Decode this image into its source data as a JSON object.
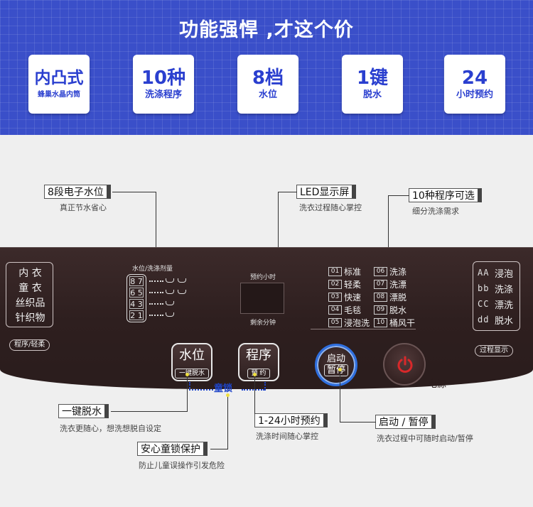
{
  "banner": {
    "title": "功能强悍 ,才这个价",
    "features": [
      {
        "big": "内凸式",
        "small": "蜂巢水晶内筒"
      },
      {
        "big": "10种",
        "small": "洗涤程序"
      },
      {
        "big": "8档",
        "small": "水位"
      },
      {
        "big": "1键",
        "small": "脱水"
      },
      {
        "big": "24",
        "small": "小时预约"
      }
    ]
  },
  "annotations": {
    "water_level": {
      "title": "8段电子水位",
      "desc": "真正节水省心"
    },
    "led": {
      "title": "LED显示屏",
      "desc": "洗衣过程随心掌控"
    },
    "programs": {
      "title": "10种程序可选",
      "desc": "细分洗涤需求"
    },
    "spin": {
      "title": "一键脱水",
      "desc": "洗衣更随心，想洗想脱自设定"
    },
    "child_lock": {
      "title": "安心童锁保护",
      "desc": "防止儿童误操作引发危险"
    },
    "timer": {
      "title": "1-24小时预约",
      "desc": "洗涤时间随心掌控"
    },
    "start": {
      "title": "启动 / 暂停",
      "desc": "洗衣过程中可随时启动/暂停"
    }
  },
  "panel": {
    "clothes": [
      "内 衣",
      "童 衣",
      "丝织品",
      "针织物"
    ],
    "clothes_tag": "程序/轻柔",
    "water_label": "水位/洗涤剂量",
    "water_levels": [
      "8 7",
      "6 5",
      "4 3",
      "2 1"
    ],
    "led_top": "预约小时",
    "led_bottom": "剩余分钟",
    "programs": [
      {
        "num": "01",
        "label": "标准"
      },
      {
        "num": "02",
        "label": "轻柔"
      },
      {
        "num": "03",
        "label": "快速"
      },
      {
        "num": "04",
        "label": "毛毯"
      },
      {
        "num": "05",
        "label": "浸泡洗"
      },
      {
        "num": "06",
        "label": "洗涤"
      },
      {
        "num": "07",
        "label": "洗漂"
      },
      {
        "num": "08",
        "label": "漂脱"
      },
      {
        "num": "09",
        "label": "脱水"
      },
      {
        "num": "10",
        "label": "桶风干"
      }
    ],
    "display_rows": [
      {
        "code": "AA",
        "label": "浸泡"
      },
      {
        "code": "bb",
        "label": "洗涤"
      },
      {
        "code": "CC",
        "label": "漂洗"
      },
      {
        "code": "dd",
        "label": "脱水"
      }
    ],
    "display_tag": "过程显示",
    "water_key": {
      "main": "水位",
      "sub": "一键脱水"
    },
    "program_key": {
      "main": "程序",
      "sub": "预 约"
    },
    "child_lock": "童锁",
    "start_key": {
      "l1": "启动",
      "l2": "暂停"
    },
    "power_label": "电源"
  },
  "colors": {
    "banner_blue": "#3a4fc9",
    "feature_text": "#2a3fcf",
    "panel_brown": "#2e1f1f",
    "lock_blue": "#1e44c8",
    "power_red": "#d8282a"
  }
}
